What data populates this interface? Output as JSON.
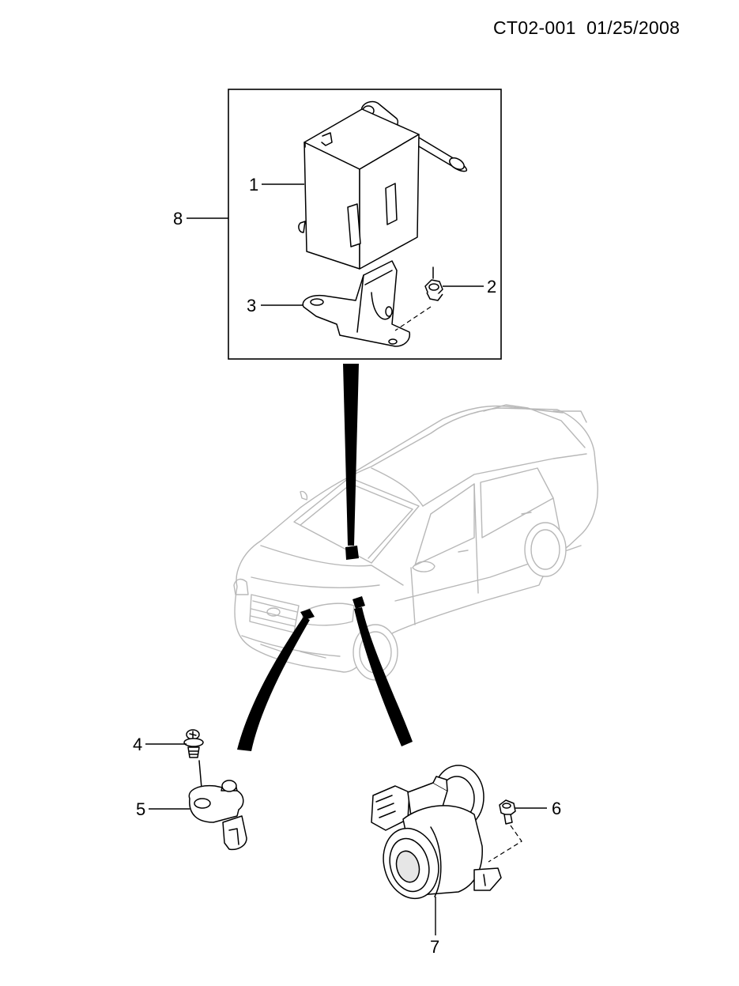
{
  "header": {
    "code": "CT02-001",
    "date": "01/25/2008"
  },
  "callouts": [
    {
      "id": "1",
      "label": "1"
    },
    {
      "id": "2",
      "label": "2"
    },
    {
      "id": "3",
      "label": "3"
    },
    {
      "id": "4",
      "label": "4"
    },
    {
      "id": "5",
      "label": "5"
    },
    {
      "id": "6",
      "label": "6"
    },
    {
      "id": "7",
      "label": "7"
    },
    {
      "id": "8",
      "label": "8"
    }
  ]
}
